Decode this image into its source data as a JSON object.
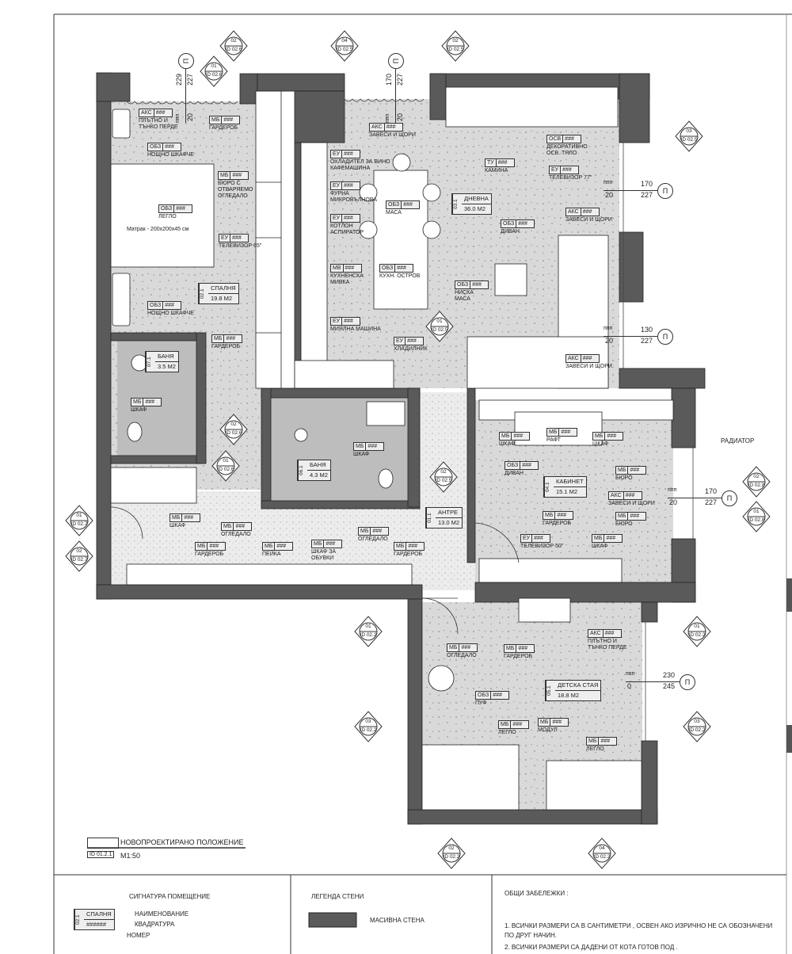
{
  "title": {
    "name": "НОВОПРОЕКТИРАНО ПОЛОЖЕНИЕ",
    "ref": "ID 01.2.1",
    "scale": "M1:50"
  },
  "tag_value": "###",
  "tags": [
    {
      "code": "АКС",
      "name": "ПЛЪТНО И\nТЪНКО ПЕРДЕ"
    },
    {
      "code": "ОБЗ",
      "name": "НОЩНО ШКАФЧЕ"
    },
    {
      "code": "МБ",
      "name": "ГАРДЕРОБ"
    },
    {
      "code": "ОБЗ",
      "name": "ЛЕГЛО"
    },
    {
      "code": "МБ",
      "name": "БЮРО С\nОТВАРЯЕМО\nОГЛЕДАЛО"
    },
    {
      "code": "ЕУ",
      "name": "ТЕЛЕВИЗОР 65\""
    },
    {
      "code": "ОБЗ",
      "name": "НОЩНО ШКАФЧЕ"
    },
    {
      "code": "МБ",
      "name": "ГАРДЕРОБ"
    },
    {
      "code": "АКС",
      "name": "ЗАВЕСИ И ЩОРИ"
    },
    {
      "code": "ЕУ",
      "name": "ОХЛАДИТЕЛ ЗА ВИНО\nКАФЕМАШИНА"
    },
    {
      "code": "ЕУ",
      "name": "ФУРНА\nМИКРОВЪЛНОВА"
    },
    {
      "code": "ОБЗ",
      "name": "МАСА"
    },
    {
      "code": "ЕУ",
      "name": "КОТЛОН\nАСПИРАТОР"
    },
    {
      "code": "МВ",
      "name": "КУХНЕНСКА\nМИВКА"
    },
    {
      "code": "ОБЗ",
      "name": "КУХН. ОСТРОВ"
    },
    {
      "code": "ЕУ",
      "name": "МИЯЛНА МАШИНА"
    },
    {
      "code": "ЕУ",
      "name": "ХЛАДИЛНИК"
    },
    {
      "code": "ТУ",
      "name": "КАМИНА"
    },
    {
      "code": "ОСВ",
      "name": "ДЕКОРАТИВНО\nОСВ. ТЯЛО"
    },
    {
      "code": "ЕУ",
      "name": "ТЕЛЕВИЗОР 77\""
    },
    {
      "code": "АКС",
      "name": "ЗАВЕСИ И ЩОРИ"
    },
    {
      "code": "ОБЗ",
      "name": "ДИВАН"
    },
    {
      "code": "ОБЗ",
      "name": "НИСКА\nМАСА"
    },
    {
      "code": "АКС",
      "name": "ЗАВЕСИ И ЩОРИ"
    },
    {
      "code": "МБ",
      "name": "ШКАФ"
    },
    {
      "code": "МБ",
      "name": "РАФТ"
    },
    {
      "code": "МБ",
      "name": "ШКАФ"
    },
    {
      "code": "ОБЗ",
      "name": "ДИВАН"
    },
    {
      "code": "МБ",
      "name": "БЮРО"
    },
    {
      "code": "АКС",
      "name": "ЗАВЕСИ И ЩОРИ"
    },
    {
      "code": "МБ",
      "name": "БЮРО"
    },
    {
      "code": "МБ",
      "name": "ГАРДЕРОБ"
    },
    {
      "code": "ЕУ",
      "name": "ТЕЛЕВИЗОР 50\""
    },
    {
      "code": "МБ",
      "name": "ШКАФ"
    },
    {
      "code": "МБ",
      "name": "ШКАФ"
    },
    {
      "code": "МБ",
      "name": "ШКАФ"
    },
    {
      "code": "МБ",
      "name": "ШКАФ"
    },
    {
      "code": "МБ",
      "name": "ОГЛЕДАЛО"
    },
    {
      "code": "МБ",
      "name": "ОГЛЕДАЛО"
    },
    {
      "code": "МБ",
      "name": "ГАРДЕРОБ"
    },
    {
      "code": "МБ",
      "name": "ПЕЙКА"
    },
    {
      "code": "МБ",
      "name": "ШКАФ ЗА\nОБУВКИ"
    },
    {
      "code": "МБ",
      "name": "ГАРДЕРОБ"
    },
    {
      "code": "МБ",
      "name": "ОГЛЕДАЛО"
    },
    {
      "code": "МБ",
      "name": "ГАРДЕРОБ"
    },
    {
      "code": "АКС",
      "name": "ПЛЪТНО И\nТЪНКО ПЕРДЕ"
    },
    {
      "code": "ОБЗ",
      "name": "ПУФ"
    },
    {
      "code": "МБ",
      "name": "ЛЕГЛО"
    },
    {
      "code": "МБ",
      "name": "МОДУЛ"
    },
    {
      "code": "МБ",
      "name": "ЛЕГЛО"
    }
  ],
  "mattress_note": "Матрак - 200x200x45 см",
  "radiator_label": "РАДИАТОР",
  "rooms": [
    {
      "num": "02.1",
      "name": "СПАЛНЯ",
      "area": "19.8 М2"
    },
    {
      "num": "03.1",
      "name": "ДНЕВНА",
      "area": "36.0 М2"
    },
    {
      "num": "07.1",
      "name": "БАНЯ",
      "area": "3.5 М2"
    },
    {
      "num": "06.1",
      "name": "БАНЯ",
      "area": "4.3 М2"
    },
    {
      "num": "01.1",
      "name": "АНТРЕ",
      "area": "13.0 М2"
    },
    {
      "num": "04.1",
      "name": "КАБИНЕТ",
      "area": "15.1 М2"
    },
    {
      "num": "05.1",
      "name": "ДЕТСКА СТАЯ",
      "area": "18.8 М2"
    }
  ],
  "markers": [
    {
      "num": "01",
      "ref": "ID 02.6"
    },
    {
      "num": "02",
      "ref": "ID 02.6"
    },
    {
      "num": "04",
      "ref": "ID 02.5"
    },
    {
      "num": "02",
      "ref": "ID 02.5"
    },
    {
      "num": "03",
      "ref": "ID 02.5"
    },
    {
      "num": "01",
      "ref": "ID 02.5"
    },
    {
      "num": "02",
      "ref": "ID 02.6"
    },
    {
      "num": "01",
      "ref": "ID 02.6"
    },
    {
      "num": "02",
      "ref": "ID 02.5"
    },
    {
      "num": "02",
      "ref": "ID 02.8"
    },
    {
      "num": "01",
      "ref": "ID 02.8"
    },
    {
      "num": "01",
      "ref": "ID 02.7"
    },
    {
      "num": "02",
      "ref": "ID 02.7"
    },
    {
      "num": "01",
      "ref": "ID 02.2"
    },
    {
      "num": "01",
      "ref": "ID 02.2"
    },
    {
      "num": "03",
      "ref": "ID 02.2"
    },
    {
      "num": "03",
      "ref": "ID 02.2"
    },
    {
      "num": "02",
      "ref": "ID 02.2"
    },
    {
      "num": "04",
      "ref": "ID 02.2"
    }
  ],
  "dims": [
    {
      "top": "229",
      "bottom": "227",
      "ppp": "ппп",
      "ppp_val": "20",
      "symbol": "П"
    },
    {
      "top": "170",
      "bottom": "227",
      "ppp": "ппп",
      "ppp_val": "20",
      "symbol": "П"
    },
    {
      "top": "170",
      "bottom": "227",
      "ppp": "ппп",
      "ppp_val": "20",
      "symbol": "П"
    },
    {
      "top": "130",
      "bottom": "227",
      "ppp": "ппп",
      "ppp_val": "20",
      "symbol": "П"
    },
    {
      "top": "170",
      "bottom": "227",
      "ppp": "ппп",
      "ppp_val": "20",
      "symbol": "П"
    },
    {
      "top": "230",
      "bottom": "245",
      "ppp": "ппп",
      "ppp_val": "0",
      "symbol": "П"
    }
  ],
  "legend": {
    "signature_title": "СИГНАТУРА ПОМЕЩЕНИЕ",
    "sample_num": "02.1",
    "sample_name": "СПАЛНЯ",
    "sample_area": "######",
    "label_name": "НАИМЕНОВАНИЕ",
    "label_area": "КВАДРАТУРА",
    "label_num": "НОМЕР",
    "walls_title": "ЛЕГЕНДА СТЕНИ",
    "wall_massive": "МАСИВНА СТЕНА",
    "notes_title": "ОБЩИ ЗАБЕЛЕЖКИ :",
    "note1": "1. ВСИЧКИ РАЗМЕРИ СА В САНТИМЕТРИ , ОСВЕН АКО ИЗРИЧНО НЕ СА ОБОЗНАЧЕНИ ПО ДРУГ НАЧИН.",
    "note2": "2. ВСИЧКИ РАЗМЕРИ СА ДАДЕНИ ОТ КОТА ГОТОВ ПОД ."
  },
  "colors": {
    "wall": "#5a5a5a",
    "floor": "#d9d9d9",
    "wet": "#bdbdbd",
    "line": "#333333"
  }
}
